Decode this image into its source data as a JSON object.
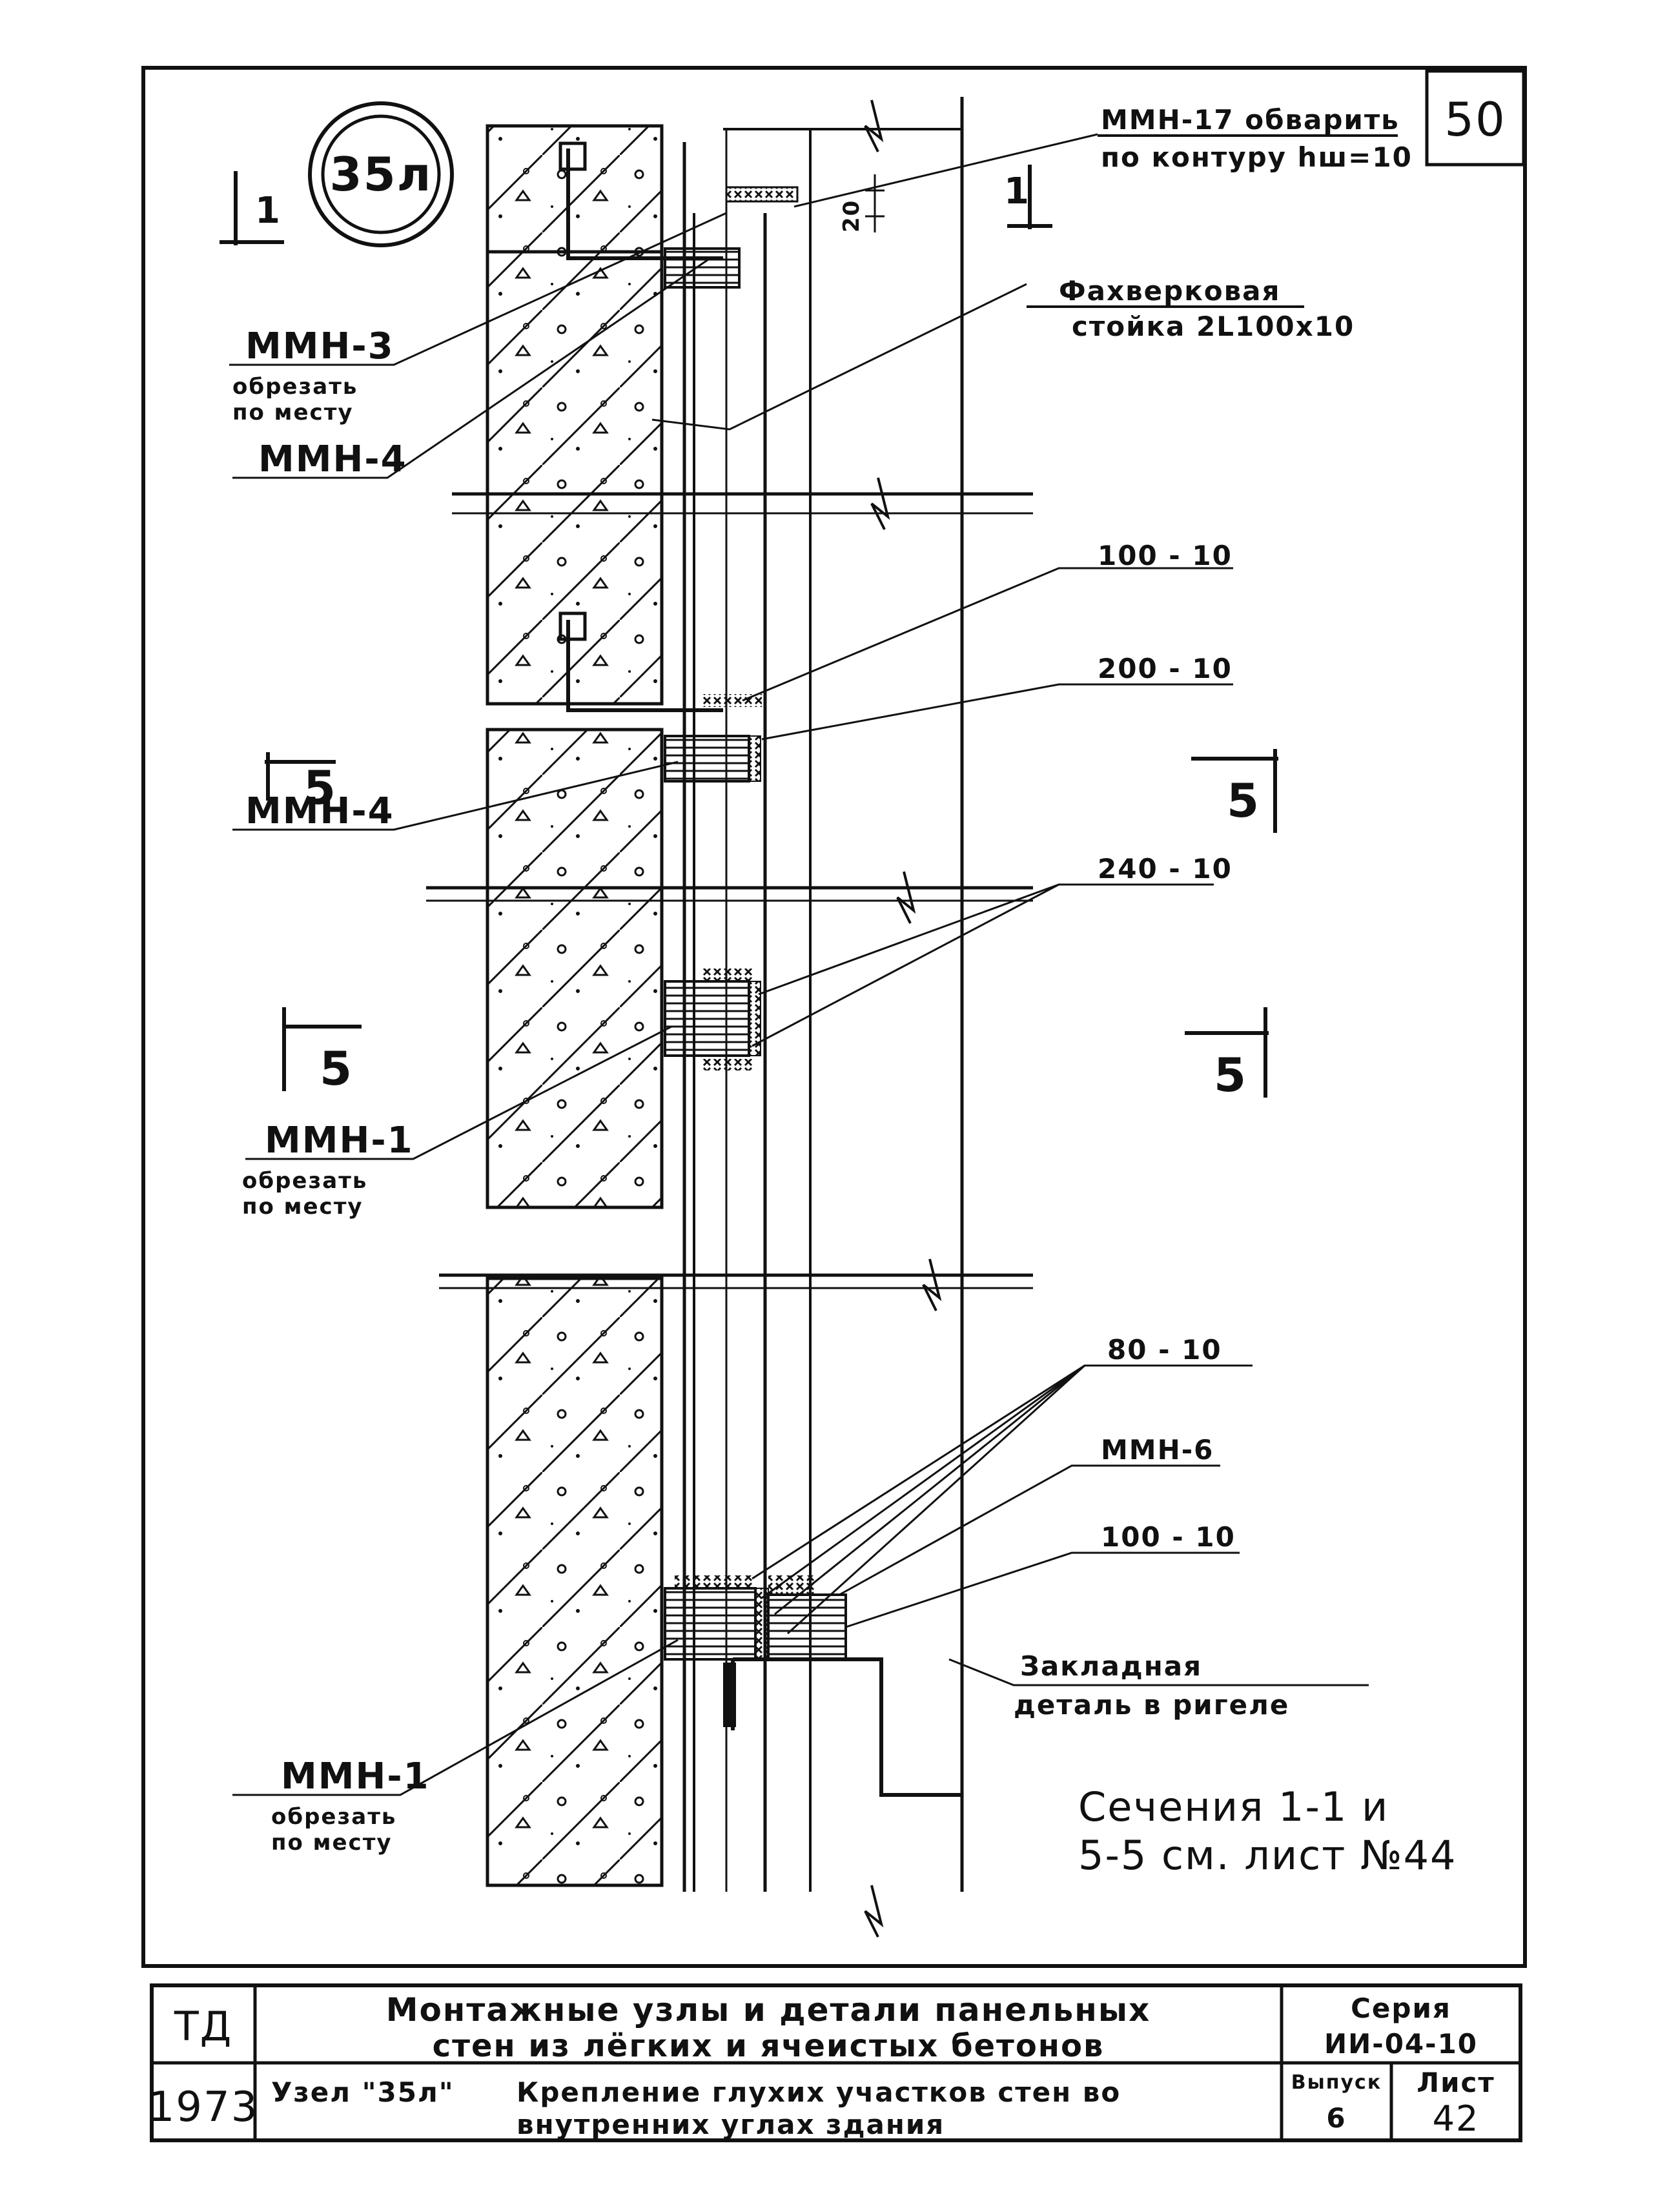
{
  "node_badge": "35л",
  "sheet_number_corner": "50",
  "callouts": {
    "mmn17_line1": "ММН-17 обварить",
    "mmn17_line2": "по контуру hш=10",
    "dim_20": "20",
    "fachwerk_line1": "Фахверковая",
    "fachwerk_line2": "стойка 2L100х10",
    "mmn3_line1": "ММН-3",
    "mmn3_line2": "обрезать",
    "mmn3_line3": "по месту",
    "mmn4_top": "ММН-4",
    "p100_10_top": "100 - 10",
    "p200_10": "200 - 10",
    "mmn4_mid": "ММН-4",
    "p240_10": "240 - 10",
    "mmn1_mid_line1": "ММН-1",
    "mmn1_mid_line2": "обрезать",
    "mmn1_mid_line3": "по месту",
    "p80_10": "80 - 10",
    "mmn6": "ММН-6",
    "p100_10_bot": "100 - 10",
    "embed_line1": "Закладная",
    "embed_line2": "деталь в ригеле",
    "mmn1_bot_line1": "ММН-1",
    "mmn1_bot_line2": "обрезать",
    "mmn1_bot_line3": "по месту"
  },
  "section_marks": {
    "s1_left": "1",
    "s1_right": "1",
    "s5_a": "5",
    "s5_b": "5",
    "s5_c": "5",
    "s5_d": "5"
  },
  "note": {
    "line1": "Сечения 1-1 и",
    "line2": "5-5 см. лист №44"
  },
  "title_block": {
    "org": "ТД",
    "year": "1973",
    "title_line1": "Монтажные узлы и детали панельных",
    "title_line2": "стен из лёгких и ячеистых бетонов",
    "node_label": "Узел \"35л\"",
    "desc_line1": "Крепление глухих участков стен во",
    "desc_line2": "внутренних углах здания",
    "series_label": "Серия",
    "series_value": "ИИ-04-10",
    "issue_label": "Выпуск",
    "issue_value": "6",
    "sheet_label": "Лист",
    "sheet_value": "42"
  }
}
